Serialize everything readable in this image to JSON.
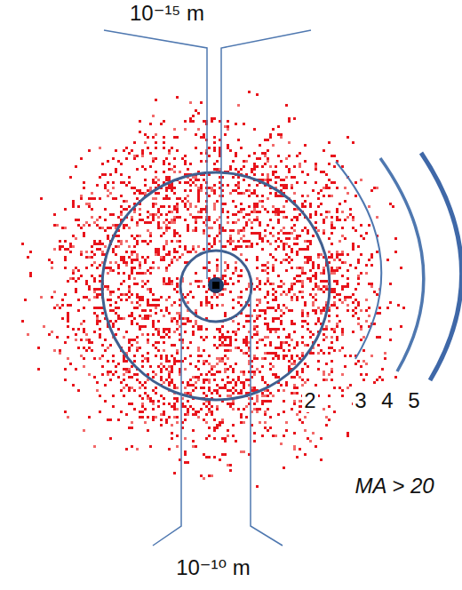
{
  "diagram": {
    "labels": [
      "10⁻¹⁵ m",
      "2",
      "3",
      "4",
      "5",
      "MA > 20",
      "10⁻¹⁰ m"
    ]
  }
}
